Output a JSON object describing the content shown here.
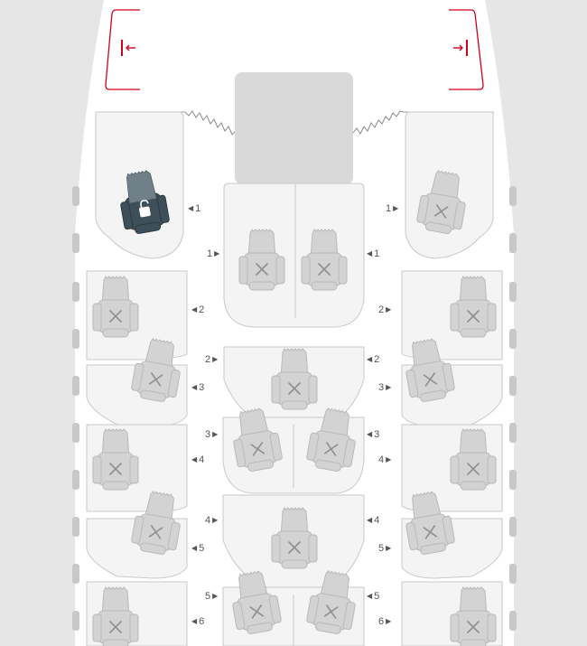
{
  "colors": {
    "outer_background": "#e6e6e6",
    "cabin": "#ffffff",
    "exit_red": "#d0021b",
    "seat_unavailable": "#d3d3d3",
    "seat_stroke": "#b9b9b9",
    "seat_selected": "#3d4f58",
    "suite_fill": "#f4f4f4",
    "suite_stroke": "#c9c9c9",
    "galley": "#d9d9d9",
    "label_text": "#555555"
  },
  "exits": [
    {
      "side": "left",
      "icon": "exit-arrow-left-icon"
    },
    {
      "side": "right",
      "icon": "exit-arrow-right-icon"
    }
  ],
  "rows": [
    {
      "row": "1",
      "seats": [
        {
          "id": "1A",
          "status": "selected",
          "icon": "unlock-icon"
        },
        {
          "id": "1D",
          "status": "unavailable",
          "icon": "x-icon"
        },
        {
          "id": "1G",
          "status": "unavailable",
          "icon": "x-icon"
        },
        {
          "id": "1K",
          "status": "unavailable",
          "icon": "x-icon"
        }
      ]
    },
    {
      "row": "2",
      "seats": [
        {
          "id": "2A",
          "status": "unavailable",
          "icon": "x-icon"
        },
        {
          "id": "2E",
          "status": "unavailable",
          "icon": "x-icon"
        },
        {
          "id": "2K",
          "status": "unavailable",
          "icon": "x-icon"
        }
      ]
    },
    {
      "row": "3",
      "seats": [
        {
          "id": "3A",
          "status": "unavailable",
          "icon": "x-icon"
        },
        {
          "id": "3D",
          "status": "unavailable",
          "icon": "x-icon"
        },
        {
          "id": "3G",
          "status": "unavailable",
          "icon": "x-icon"
        },
        {
          "id": "3K",
          "status": "unavailable",
          "icon": "x-icon"
        }
      ]
    },
    {
      "row": "4",
      "seats": [
        {
          "id": "4A",
          "status": "unavailable",
          "icon": "x-icon"
        },
        {
          "id": "4E",
          "status": "unavailable",
          "icon": "x-icon"
        },
        {
          "id": "4K",
          "status": "unavailable",
          "icon": "x-icon"
        }
      ]
    },
    {
      "row": "5",
      "seats": [
        {
          "id": "5A",
          "status": "unavailable",
          "icon": "x-icon"
        },
        {
          "id": "5D",
          "status": "unavailable",
          "icon": "x-icon"
        },
        {
          "id": "5G",
          "status": "unavailable",
          "icon": "x-icon"
        },
        {
          "id": "5K",
          "status": "unavailable",
          "icon": "x-icon"
        }
      ]
    },
    {
      "row": "6",
      "seats": [
        {
          "id": "6A",
          "status": "unavailable",
          "icon": "x-icon"
        },
        {
          "id": "6K",
          "status": "unavailable",
          "icon": "x-icon"
        }
      ]
    }
  ]
}
